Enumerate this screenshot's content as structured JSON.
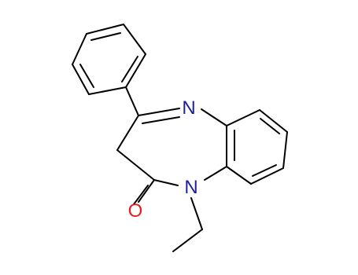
{
  "molecule": {
    "atoms": {
      "n_imine": {
        "symbol": "N",
        "color": "#1f1f9e"
      },
      "n_amide": {
        "symbol": "N",
        "color": "#1f1f9e"
      },
      "o_carbonyl": {
        "symbol": "O",
        "color": "#e81c1c"
      }
    },
    "bond_color": "#000000",
    "background": "#ffffff"
  }
}
